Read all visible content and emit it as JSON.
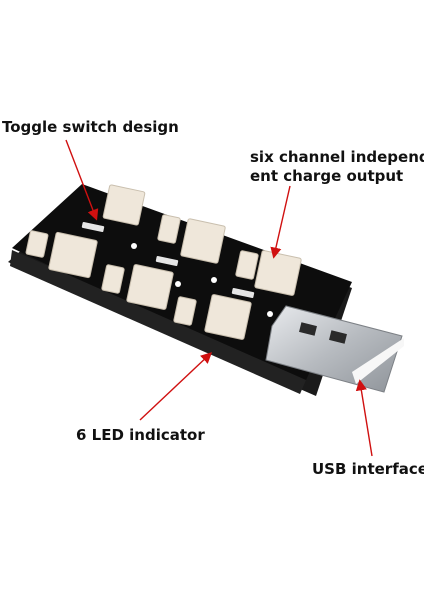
{
  "labels": {
    "toggle": "Toggle switch design",
    "six_line1": "six channel independ",
    "six_line2": "ent charge output",
    "led": "6 LED indicator",
    "usb": "USB interface"
  },
  "colors": {
    "board": "#0d0d0d",
    "connector": "#efe7da",
    "usb_metal": "#c9ccd0",
    "usb_insert": "#f7f7f7",
    "callout_line": "#d01010"
  }
}
